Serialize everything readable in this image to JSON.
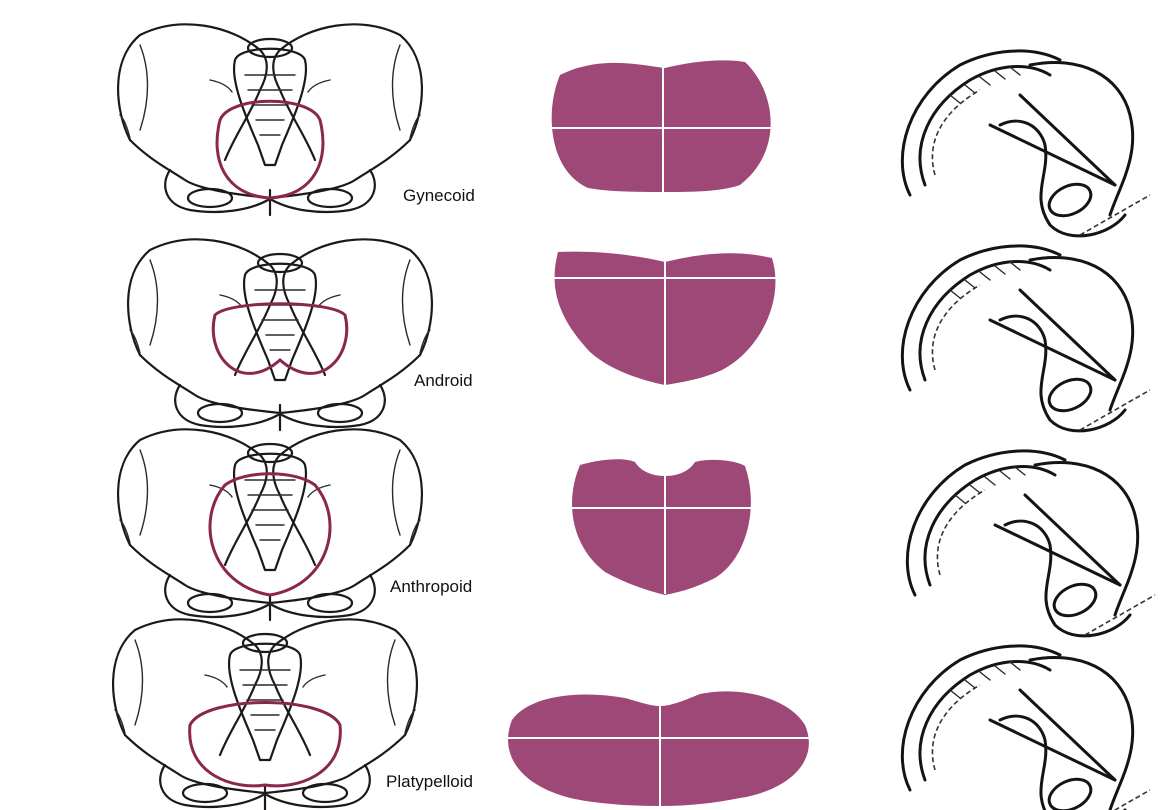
{
  "diagram": {
    "pelvis_types": [
      {
        "id": "gynecoid",
        "label": "Gynecoid"
      },
      {
        "id": "android",
        "label": "Android"
      },
      {
        "id": "anthropoid",
        "label": "Anthropoid"
      },
      {
        "id": "platypelloid",
        "label": "Platypelloid"
      }
    ],
    "colors": {
      "inlet_shape": "#9d4876",
      "inlet_outline": "#8a2650",
      "bone_outline": "#1a1a1a"
    }
  }
}
